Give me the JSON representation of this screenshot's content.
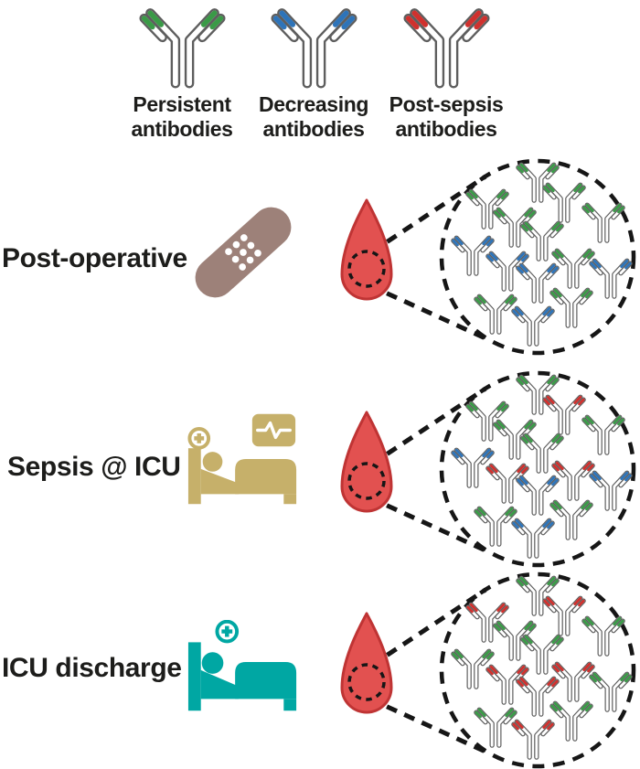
{
  "legend": {
    "items": [
      {
        "id": "persistent",
        "label": "Persistent antibodies",
        "color": "#3a9a47"
      },
      {
        "id": "decreasing",
        "label": "Decreasing antibodies",
        "color": "#2e74b9"
      },
      {
        "id": "post_sepsis",
        "label": "Post-sepsis antibodies",
        "color": "#d0312e"
      }
    ]
  },
  "rows": [
    {
      "label": "Post-operative",
      "icon": "bandage-icon",
      "icon_color": "#9d8179",
      "antibody_counts": {
        "persistent": 9,
        "decreasing": 5,
        "post_sepsis": 0
      },
      "antibodies": [
        "persistent",
        "persistent",
        "persistent",
        "persistent",
        "persistent",
        "persistent",
        "decreasing",
        "decreasing",
        "decreasing",
        "persistent",
        "decreasing",
        "persistent",
        "decreasing",
        "persistent"
      ]
    },
    {
      "label": "Sepsis @ ICU",
      "icon": "hospital-bed-with-monitor-icon",
      "icon_color": "#c6b06a",
      "antibody_counts": {
        "persistent": 7,
        "decreasing": 4,
        "post_sepsis": 3
      },
      "antibodies": [
        "persistent",
        "persistent",
        "persistent",
        "post_sepsis",
        "persistent",
        "persistent",
        "decreasing",
        "post_sepsis",
        "decreasing",
        "post_sepsis",
        "decreasing",
        "persistent",
        "decreasing",
        "persistent"
      ]
    },
    {
      "label": "ICU discharge",
      "icon": "hospital-bed-discharge-icon",
      "icon_color": "#00a7a3",
      "antibody_counts": {
        "persistent": 8,
        "decreasing": 0,
        "post_sepsis": 6
      },
      "antibodies": [
        "persistent",
        "post_sepsis",
        "persistent",
        "post_sepsis",
        "persistent",
        "persistent",
        "persistent",
        "post_sepsis",
        "post_sepsis",
        "post_sepsis",
        "persistent",
        "persistent",
        "post_sepsis",
        "persistent"
      ]
    }
  ],
  "colors": {
    "background": "#ffffff",
    "text": "#1d1d1b",
    "antibody_outline": "#5e5e5e",
    "blood_drop_fill": "#e25150",
    "blood_drop_stroke": "#bf3434",
    "dashed_line": "#161616"
  }
}
